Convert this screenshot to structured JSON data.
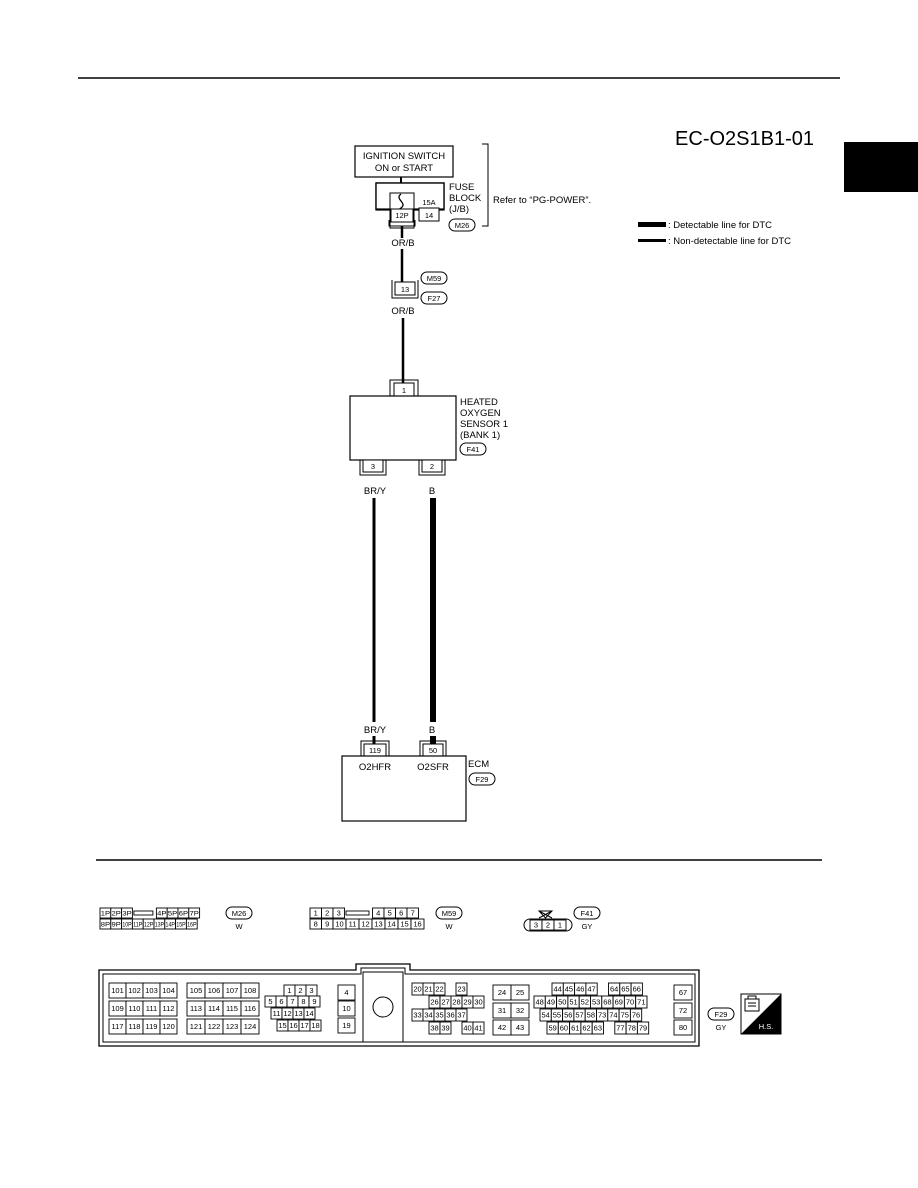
{
  "page": {
    "diagram_id": "EC-O2S1B1-01",
    "side_tab_color": "#000000"
  },
  "legend": {
    "detectable": ": Detectable line for DTC",
    "nondetectable": ": Non-detectable line for DTC"
  },
  "ignition": {
    "line1": "IGNITION SWITCH",
    "line2": "ON or START"
  },
  "fuse_block": {
    "label": [
      "FUSE",
      "BLOCK",
      "(J/B)"
    ],
    "amp": "15A",
    "fuse_no": "14",
    "connector": "M26",
    "pin": "12P",
    "refer": "Refer to “PG-POWER”."
  },
  "wires": {
    "power": "OR/B",
    "heater": "BR/Y",
    "signal": "B"
  },
  "joint": {
    "pin": "13",
    "conn_top": "M59",
    "conn_bottom": "F27"
  },
  "sensor": {
    "label": [
      "HEATED",
      "OXYGEN",
      "SENSOR 1",
      "(BANK 1)"
    ],
    "connector": "F41",
    "pin_top": "1",
    "pin_left": "3",
    "pin_right": "2"
  },
  "ecm": {
    "label": "ECM",
    "connector": "F29",
    "pin_left": "119",
    "pin_right": "50",
    "term_left": "O2HFR",
    "term_right": "O2SFR"
  },
  "connectors": {
    "m26": {
      "name": "M26",
      "color": "W",
      "row1": [
        "1P",
        "2P",
        "3P",
        "",
        "4P",
        "5P",
        "6P",
        "7P"
      ],
      "row2": [
        "8P",
        "9P",
        "10P",
        "11P",
        "12P",
        "13P",
        "14P",
        "15P",
        "16P"
      ]
    },
    "m59": {
      "name": "M59",
      "color": "W",
      "row1": [
        "1",
        "2",
        "3",
        "",
        "4",
        "5",
        "6",
        "7"
      ],
      "row2": [
        "8",
        "9",
        "10",
        "11",
        "12",
        "13",
        "14",
        "15",
        "16"
      ]
    },
    "f41": {
      "name": "F41",
      "color": "GY",
      "pins": [
        "3",
        "2",
        "1"
      ]
    },
    "f29": {
      "name": "F29",
      "color": "GY",
      "hs": "H.S.",
      "blockA": [
        [
          "101",
          "102",
          "103",
          "104"
        ],
        [
          "109",
          "110",
          "111",
          "112"
        ],
        [
          "117",
          "118",
          "119",
          "120"
        ]
      ],
      "blockB": [
        [
          "105",
          "106",
          "107",
          "108"
        ],
        [
          "113",
          "114",
          "115",
          "116"
        ],
        [
          "121",
          "122",
          "123",
          "124"
        ]
      ],
      "blockC": [
        [
          "1",
          "2",
          "3"
        ],
        [
          "5",
          "6",
          "7",
          "8",
          "9"
        ],
        [
          "11",
          "12",
          "13",
          "14"
        ],
        [
          "15",
          "16",
          "17",
          "18"
        ]
      ],
      "blockD": [
        "4",
        "10",
        "19"
      ],
      "blockE": [
        [
          "20",
          "21",
          "22",
          "",
          "23"
        ],
        [
          "",
          "26",
          "27",
          "28",
          "29",
          "30"
        ],
        [
          "33",
          "34",
          "35",
          "36",
          "37"
        ],
        [
          "",
          "38",
          "39",
          "",
          "40",
          "41"
        ]
      ],
      "blockF": [
        [
          "24",
          "25"
        ],
        [
          "31",
          "32"
        ],
        [
          "42",
          "43"
        ]
      ],
      "blockG": [
        [
          "44",
          "45",
          "46",
          "47",
          "",
          "64",
          "65",
          "66"
        ],
        [
          "48",
          "49",
          "50",
          "51",
          "52",
          "53",
          "68",
          "69",
          "70",
          "71"
        ],
        [
          "54",
          "55",
          "56",
          "57",
          "58",
          "73",
          "74",
          "75",
          "76"
        ],
        [
          "59",
          "60",
          "61",
          "62",
          "63",
          "",
          "77",
          "78",
          "79"
        ]
      ],
      "blockH": [
        "67",
        "72",
        "80"
      ]
    }
  }
}
